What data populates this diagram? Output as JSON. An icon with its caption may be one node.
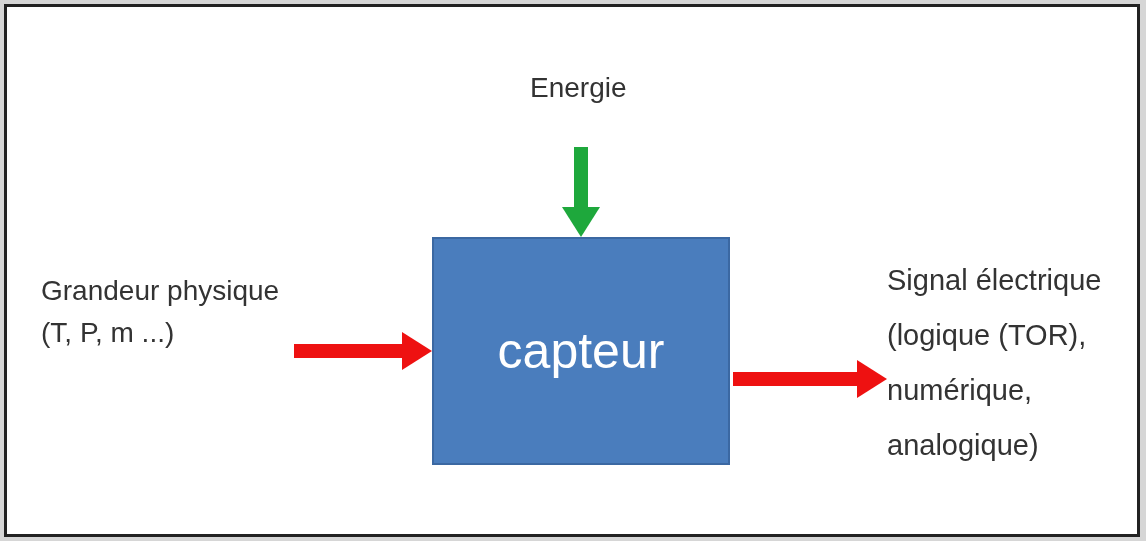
{
  "diagram": {
    "nodes": [
      {
        "text": [
          "Grandeur physique (T, P, m ...)"
        ]
      },
      {
        "text": [
          "Energie"
        ]
      },
      {
        "text": [
          "capteur"
        ]
      },
      {
        "text": [
          "Signal électrique (logique (TOR), numérique, analogique)"
        ]
      }
    ],
    "edges": [
      {
        "from": 0,
        "to": 2,
        "arrow": "to"
      },
      {
        "from": 1,
        "to": 2,
        "arrow": "to",
        "color": "#1ea83c"
      },
      {
        "from": 2,
        "to": 3,
        "arrow": "to"
      }
    ]
  }
}
